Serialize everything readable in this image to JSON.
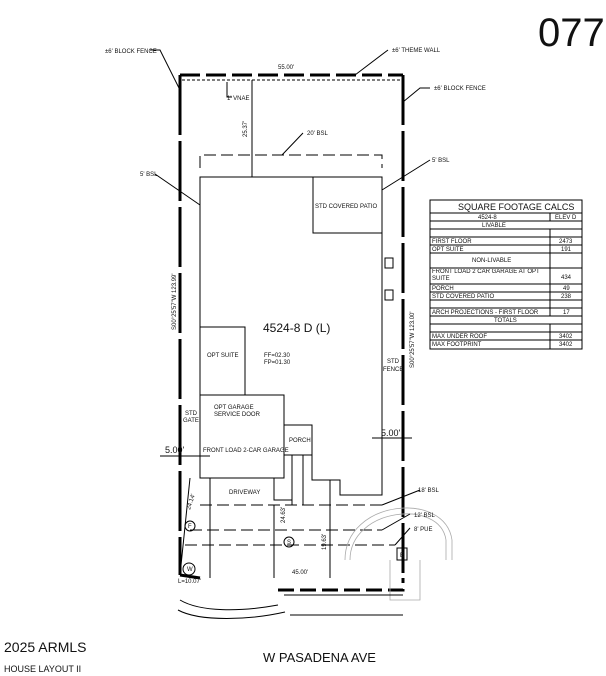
{
  "sheet_number": "077",
  "footer": {
    "copyright": "2025 ARMLS",
    "layout_label": "HOUSE LAYOUT II",
    "street": "W PASADENA AVE"
  },
  "labels": {
    "block_fence_left": "±6' BLOCK FENCE",
    "theme_wall": "±6' THEME WALL",
    "block_fence_right": "±6' BLOCK FENCE",
    "rear_width": "55.00'",
    "vnae": "1' VNAE",
    "rear_depth": "25.37'",
    "bsl_20": "20' BSL",
    "bsl_5_left": "5' BSL",
    "bsl_5_right": "5' BSL",
    "left_bearing": "S00°25'57\"W 123.99'",
    "right_bearing": "S00°25'57\"W 123.00'",
    "plan_name": "4524-8 D (L)",
    "ff": "FF=02.30",
    "fp": "FP=01.30",
    "covered_patio": "STD COVERED PATIO",
    "opt_suite": "OPT SUITE",
    "opt_garage_door_1": "OPT GARAGE",
    "opt_garage_door_2": "SERVICE DOOR",
    "std_gate_1": "STD",
    "std_gate_2": "GATE",
    "std_fence_1": "STD",
    "std_fence_2": "FENCE",
    "left_side_setback": "5.00'",
    "right_side_setback": "5.00'",
    "garage": "FRONT LOAD 2-CAR GARAGE",
    "porch": "PORCH",
    "driveway": "DRIVEWAY",
    "bsl_18": "18' BSL",
    "bsl_12": "12' BSL",
    "pue_8": "8' PUE",
    "dim_24_14": "24.14'",
    "dim_24_63": "24.63'",
    "dim_19_63": "19.63'",
    "front_width": "45.00'",
    "arc_len": "L=10.07'",
    "marker_f": "F",
    "marker_s": "S",
    "marker_w": "W",
    "marker_e": "E"
  },
  "table": {
    "title": "SQUARE FOOTAGE CALCS",
    "plan": "4524-8",
    "elev": "ELEV D",
    "livable": "LIVABLE",
    "non_livable": "NON-LIVABLE",
    "totals": "TOTALS",
    "rows": [
      {
        "label": "FIRST FLOOR",
        "value": "2473"
      },
      {
        "label": "OPT SUITE",
        "value": "191"
      },
      {
        "label": "FRONT LOAD 2 CAR GARAGE AT OPT SUITE",
        "value": "434"
      },
      {
        "label": "PORCH",
        "value": "49"
      },
      {
        "label": "STD COVERED PATIO",
        "value": "238"
      },
      {
        "label": "ARCH PROJECTIONS - FIRST FLOOR",
        "value": "17"
      },
      {
        "label": "MAX UNDER ROOF",
        "value": "3402"
      },
      {
        "label": "MAX FOOTPRINT",
        "value": "3402"
      }
    ]
  }
}
